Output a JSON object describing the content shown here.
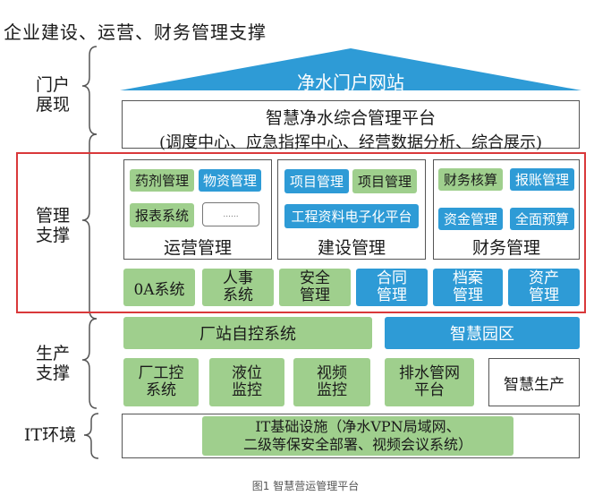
{
  "title": "企业建设、运营、财务管理支撑",
  "left_labels": {
    "portal": "门户\n展现",
    "mgmt": "管理\n支撑",
    "prod": "生产\n支撑",
    "it": "IT环境"
  },
  "portal": {
    "roof": "净水门户网站",
    "platform_line1": "智慧净水综合管理平台",
    "platform_line2": "(调度中心、应急指挥中心、经营数据分析、综合展示)"
  },
  "ops_group": {
    "title": "运营管理",
    "items": [
      "药剂管理",
      "物资管理",
      "报表系统",
      "......"
    ]
  },
  "build_group": {
    "title": "建设管理",
    "items": [
      "项目管理",
      "项目管理",
      "工程资料电子化平台"
    ]
  },
  "fin_group": {
    "title": "财务管理",
    "items": [
      "财务核算",
      "报账管理",
      "资金管理",
      "全面预算"
    ]
  },
  "mgmt_row": [
    "0A系统",
    "人事\n系统",
    "安全\n管理",
    "合同\n管理",
    "档案\n管理",
    "资产\n管理"
  ],
  "prod": {
    "plant": "厂站自控系统",
    "park": "智慧园区",
    "items": [
      "厂工控\n系统",
      "液位\n监控",
      "视频\n监控",
      "排水管网\n平台",
      "智慧生产"
    ]
  },
  "it": {
    "line": "IT基础设施（净水VPN局域网、\n二级等保安全部署、视频会议系统）"
  },
  "caption": "图1 智慧营运管理平台",
  "colors": {
    "green": "#9fcf8d",
    "blue": "#2e9bd6",
    "red_frame": "#d9383a",
    "roof": "#2e9bd6"
  }
}
